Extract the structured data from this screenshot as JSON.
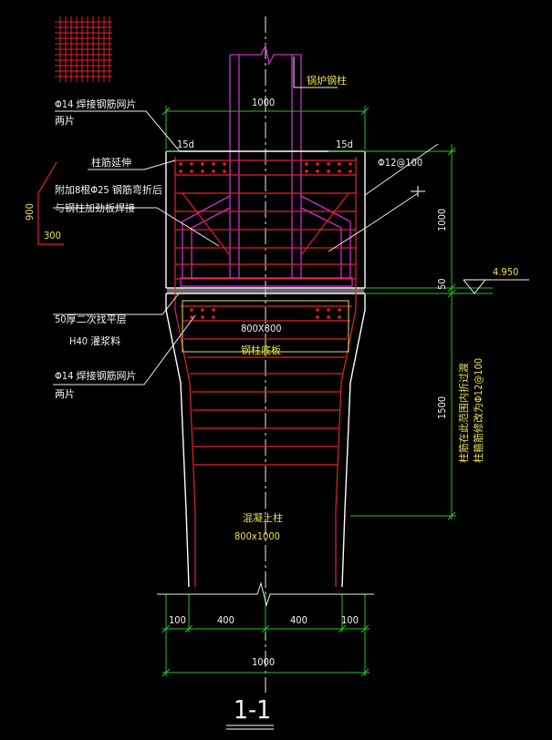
{
  "colors": {
    "background": "#000000",
    "concrete_outline": "#ffffff",
    "rebar_red": "#e8212b",
    "steel_magenta": "#d12ad1",
    "dim_green": "#22c522",
    "label_yellow": "#e8e14a",
    "text_white": "#f2f2f2",
    "leader_white": "#eeeeee"
  },
  "labels": {
    "steel_column": "锅炉钢柱",
    "mesh_top_line1": "Φ14 焊接钢筋网片",
    "mesh_top_line2": "两片",
    "column_rebar_extend": "柱筋延伸",
    "added_bars_line1": "附加8根Φ25 钢筋弯折后",
    "added_bars_line2": "与钢柱加劲板焊接",
    "stirrup_top": "Φ12@100",
    "grout_line1": "50厚二次找平层",
    "grout_line2": "H40 灌浆料",
    "base_plate_size": "800X800",
    "base_plate_name": "钢柱底板",
    "mesh_bottom_line1": "Φ14 焊接钢筋网片",
    "mesh_bottom_line2": "两片",
    "side_note_line1": "柱筋在此范围内折过渡",
    "side_note_line2": "柱箍筋修改为Φ12@100",
    "concrete_column_name": "混凝土柱",
    "concrete_column_size": "800x1000",
    "section_title": "1-1",
    "bend_vertical": "900",
    "bend_horizontal": "300",
    "elevation": "4.950"
  },
  "dimensions": {
    "top_width": "1000",
    "anchor_left": "15d",
    "anchor_right": "15d",
    "right_top": "1000",
    "right_grout": "50",
    "right_transition": "1500",
    "bottom_segments": [
      "100",
      "400",
      "400",
      "100"
    ],
    "bottom_total": "1000"
  }
}
